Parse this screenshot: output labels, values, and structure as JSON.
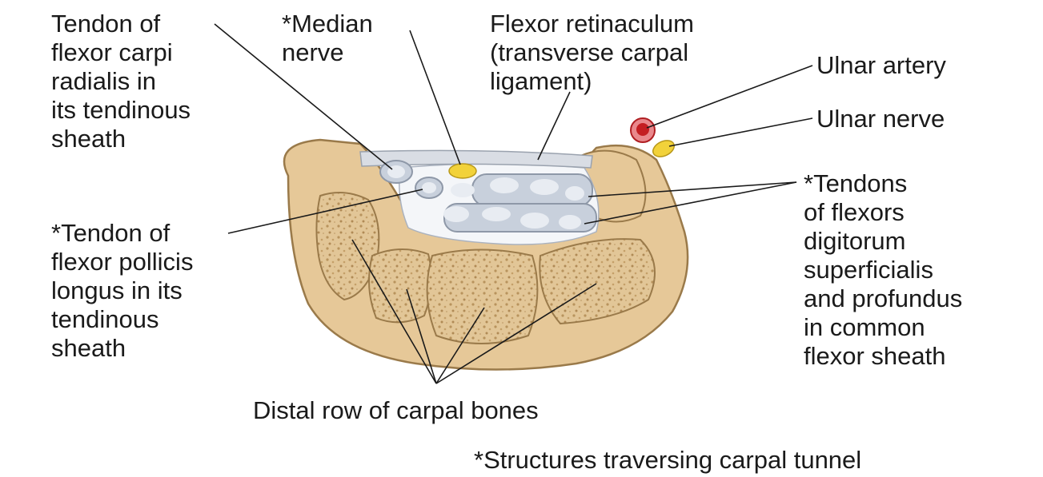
{
  "labels": {
    "fcr_tendon": "Tendon of\nflexor carpi\nradialis in\nits tendinous\nsheath",
    "median_nerve": "*Median\nnerve",
    "flexor_retinaculum": "Flexor retinaculum\n(transverse carpal\nligament)",
    "ulnar_artery": "Ulnar artery",
    "ulnar_nerve": "Ulnar nerve",
    "fpl_tendon": "*Tendon of\nflexor pollicis\nlongus in its\ntendinous\nsheath",
    "flexor_tendons": "*Tendons\nof flexors\ndigitorum\nsuperficialis\nand profundus\nin common\nflexor sheath",
    "carpal_bones": "Distal row of carpal bones",
    "footnote": "*Structures traversing carpal tunnel"
  },
  "colors": {
    "bone_outer": "#e6c898",
    "bone_edge": "#9a7a4a",
    "bone_spongy": "#d7b98a",
    "sheath": "#c8d0dc",
    "tendon": "#e8ecf2",
    "nerve": "#f2d23a",
    "artery": "#d0262a",
    "tunnel": "#f4f6f9"
  }
}
